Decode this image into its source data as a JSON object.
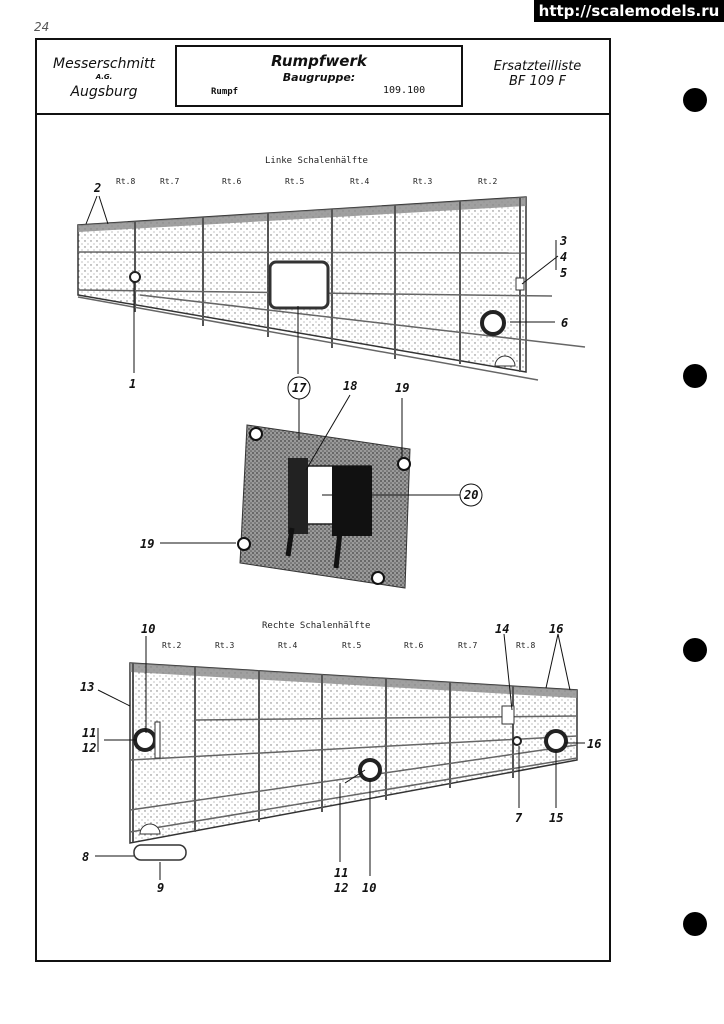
{
  "watermark": "http://scalemodels.ru",
  "page_number": "24",
  "header": {
    "company_name": "Messerschmitt",
    "company_suffix": "A.G.",
    "company_city": "Augsburg",
    "title": "Rumpfwerk",
    "subtitle": "Baugruppe:",
    "part": "Rumpf",
    "code": "109.100",
    "list_line1": "Ersatzteilliste",
    "list_line2": "BF 109 F"
  },
  "upper_view": {
    "title": "Linke Schalenhälfte",
    "stations": [
      "Rt.8",
      "Rt.7",
      "Rt.6",
      "Rt.5",
      "Rt.4",
      "Rt.3",
      "Rt.2"
    ]
  },
  "detail_view": {
    "callouts": [
      "17",
      "18",
      "19",
      "19",
      "20"
    ]
  },
  "lower_view": {
    "title": "Rechte Schalenhälfte",
    "stations": [
      "Rt.2",
      "Rt.3",
      "Rt.4",
      "Rt.5",
      "Rt.6",
      "Rt.7",
      "Rt.8"
    ]
  },
  "callouts_upper": [
    "2",
    "3",
    "4",
    "5",
    "6",
    "1"
  ],
  "callouts_lower": [
    "10",
    "13",
    "11",
    "12",
    "14",
    "16",
    "16",
    "7",
    "15",
    "8",
    "9",
    "11",
    "12",
    "10"
  ]
}
